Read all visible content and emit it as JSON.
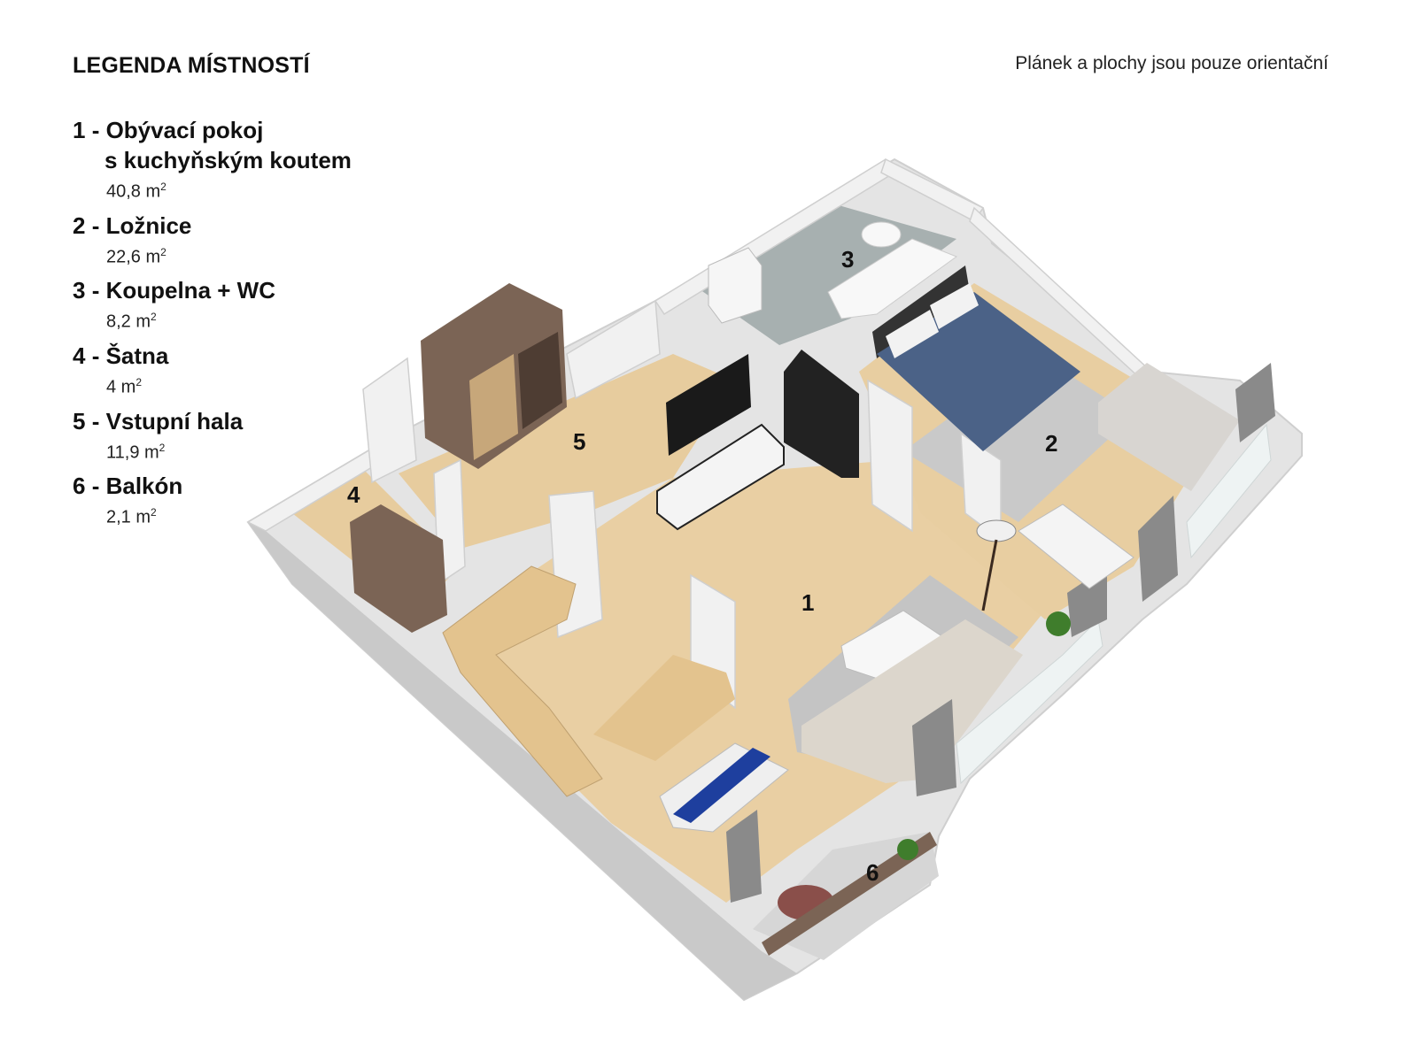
{
  "legend": {
    "title": "LEGENDA MÍSTNOSTÍ",
    "rooms": [
      {
        "number": "1",
        "name": "Obývací pokoj",
        "name_line2": "s kuchyňským koutem",
        "area": "40,8 m",
        "sup": "2"
      },
      {
        "number": "2",
        "name": "Ložnice",
        "area": "22,6 m",
        "sup": "2"
      },
      {
        "number": "3",
        "name": "Koupelna + WC",
        "area": "8,2 m",
        "sup": "2"
      },
      {
        "number": "4",
        "name": "Šatna",
        "area": "4 m",
        "sup": "2"
      },
      {
        "number": "5",
        "name": "Vstupní hala",
        "area": "11,9 m",
        "sup": "2"
      },
      {
        "number": "6",
        "name": "Balkón",
        "area": "2,1 m",
        "sup": "2"
      }
    ]
  },
  "note": "Plánek a plochy jsou pouze orientační",
  "plan_labels": {
    "r1": "1",
    "r2": "2",
    "r3": "3",
    "r4": "4",
    "r5": "5",
    "r6": "6"
  },
  "colors": {
    "floor_wood": "#e9cfa3",
    "wall": "#d9d9d9",
    "wall_top": "#f1f1f1",
    "bathroom_floor": "#a7b0b0",
    "bed_blue": "#4b6287",
    "rug_gray": "#c9c9c9",
    "table_runner": "#1e3f9e",
    "wardrobe": "#7b6455",
    "curtain": "#8a8a8a"
  }
}
